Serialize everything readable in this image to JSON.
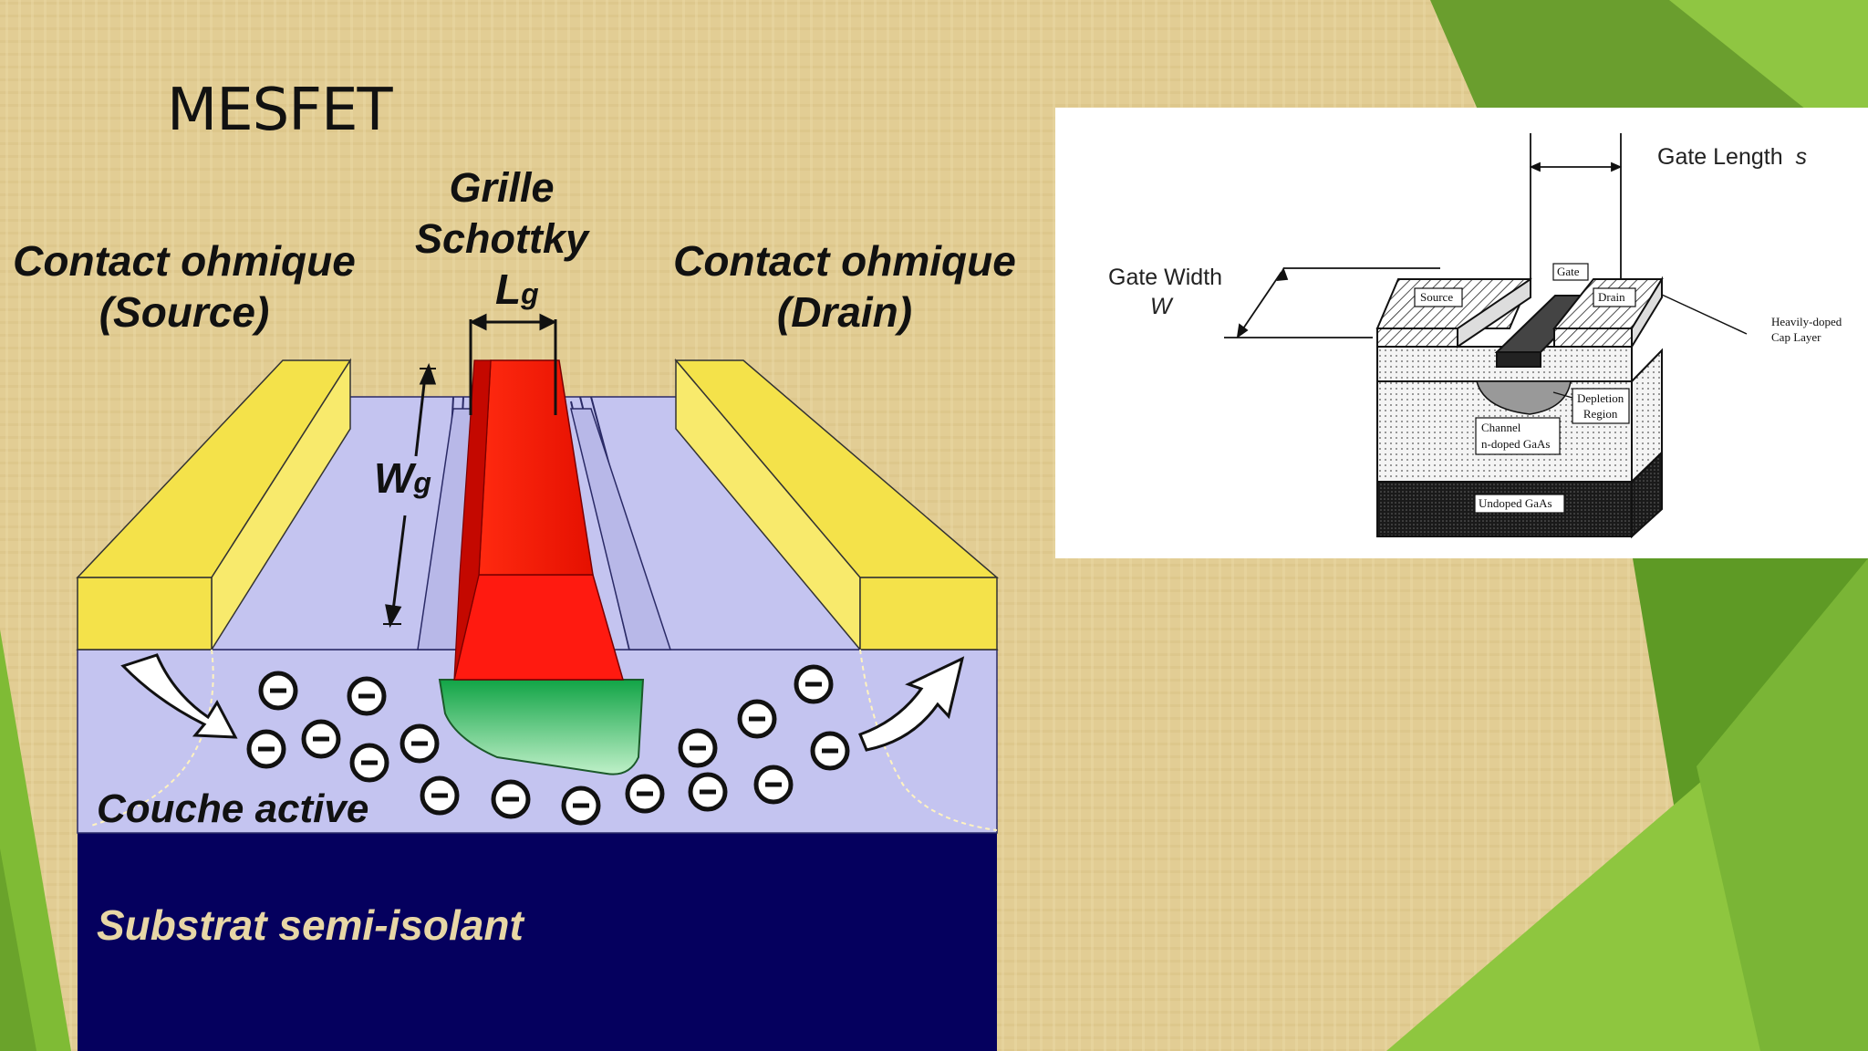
{
  "slide": {
    "title": "MESFET",
    "colors": {
      "background": "#e2cd94",
      "green_accent": "#7fbb35",
      "gold_contact": "#f4e24a",
      "gate": "#ff1a10",
      "depletion": "#1faa4a",
      "active_layer": "#c4c4f0",
      "substrate": "#05005e"
    }
  },
  "left_figure": {
    "gate_label": [
      "Grille",
      "Schottky"
    ],
    "gate_length_label": "L",
    "gate_length_sub": "g",
    "source_label": [
      "Contact ohmique",
      "(Source)"
    ],
    "drain_label": [
      "Contact ohmique",
      "(Drain)"
    ],
    "gate_width_label": "W",
    "gate_width_sub": "g",
    "active_layer_label": "Couche active",
    "substrate_label": "Substrat semi-isolant",
    "electron_symbol": "−"
  },
  "right_figure": {
    "gate_length_label": "Gate Length",
    "gate_length_symbol": "s",
    "gate_width_label": "Gate Width",
    "gate_width_symbol": "W",
    "source_label": "Source",
    "gate_label": "Gate",
    "drain_label": "Drain",
    "cap_layer_label": [
      "Heavily-doped",
      "Cap Layer"
    ],
    "depletion_label": [
      "Depletion",
      "Region"
    ],
    "channel_label": [
      "Channel",
      "n-doped GaAs"
    ],
    "undoped_label": "Undoped GaAs"
  }
}
